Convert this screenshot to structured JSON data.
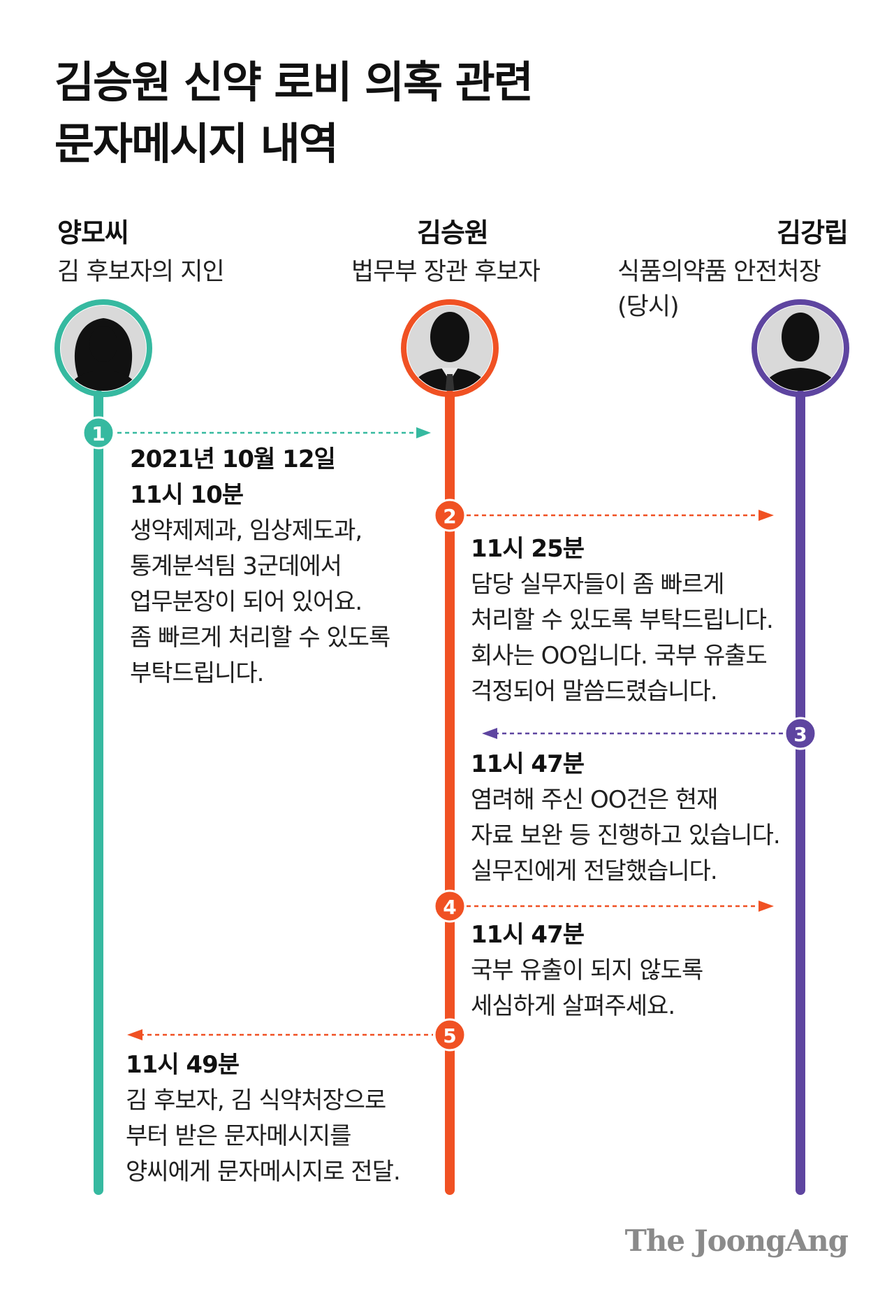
{
  "title": {
    "line1": "김승원 신약 로비 의혹 관련",
    "line2": "문자메시지 내역"
  },
  "people": [
    {
      "name": "양모씨",
      "role": "김 후보자의 지인",
      "role2": "",
      "color": "#36b9a0"
    },
    {
      "name": "김승원",
      "role": "법무부 장관 후보자",
      "role2": "",
      "color": "#f05123"
    },
    {
      "name": "김강립",
      "role": "식품의약품 안전처장",
      "role2": "(당시)",
      "color": "#5e45a0"
    }
  ],
  "messages": [
    {
      "number": "1",
      "from": "양모씨",
      "to": "김승원",
      "date": "2021년 10월 12일",
      "time": "11시 10분",
      "lines": [
        "생약제제과, 임상제도과,",
        "통계분석팀 3군데에서",
        "업무분장이 되어 있어요.",
        "좀 빠르게 처리할 수 있도록",
        "부탁드립니다."
      ]
    },
    {
      "number": "2",
      "from": "김승원",
      "to": "김강립",
      "date": "",
      "time": "11시 25분",
      "lines": [
        "담당 실무자들이 좀 빠르게",
        "처리할 수 있도록 부탁드립니다.",
        "회사는 OO입니다. 국부 유출도",
        "걱정되어 말씀드렸습니다."
      ]
    },
    {
      "number": "3",
      "from": "김강립",
      "to": "김승원",
      "date": "",
      "time": "11시 47분",
      "lines": [
        "염려해 주신 OO건은 현재",
        "자료 보완 등 진행하고 있습니다.",
        "실무진에게 전달했습니다."
      ]
    },
    {
      "number": "4",
      "from": "김승원",
      "to": "김강립",
      "date": "",
      "time": "11시 47분",
      "lines": [
        "국부 유출이 되지 않도록",
        "세심하게 살펴주세요."
      ]
    },
    {
      "number": "5",
      "from": "김승원",
      "to": "양모씨",
      "date": "",
      "time": "11시 49분",
      "lines": [
        "김 후보자, 김 식약처장으로",
        "부터 받은 문자메시지를",
        "양씨에게 문자메시지로 전달."
      ]
    }
  ],
  "source": "The JoongAng"
}
